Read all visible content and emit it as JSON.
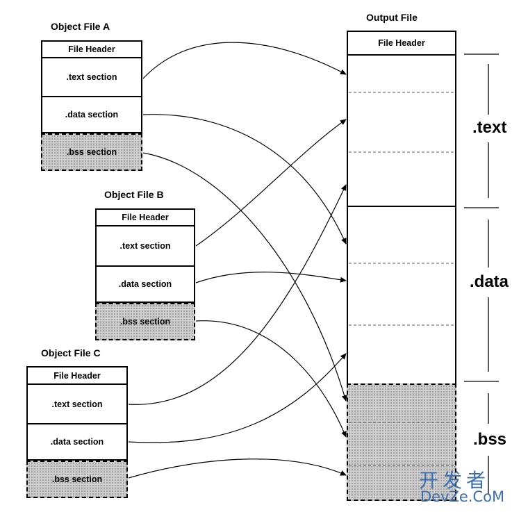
{
  "object_files": [
    {
      "title": "Object File A",
      "header": "File Header",
      "text": ".text section",
      "data": ".data section",
      "bss": ".bss section"
    },
    {
      "title": "Object File B",
      "header": "File Header",
      "text": ".text section",
      "data": ".data section",
      "bss": ".bss section"
    },
    {
      "title": "Object File C",
      "header": "File Header",
      "text": ".text section",
      "data": ".data section",
      "bss": ".bss section"
    }
  ],
  "output": {
    "title": "Output File",
    "header": "File Header",
    "labels": {
      "text": ".text",
      "data": ".data",
      "bss": ".bss"
    }
  },
  "watermark": {
    "cn": "开发者",
    "en": "DevZe.CoM"
  }
}
